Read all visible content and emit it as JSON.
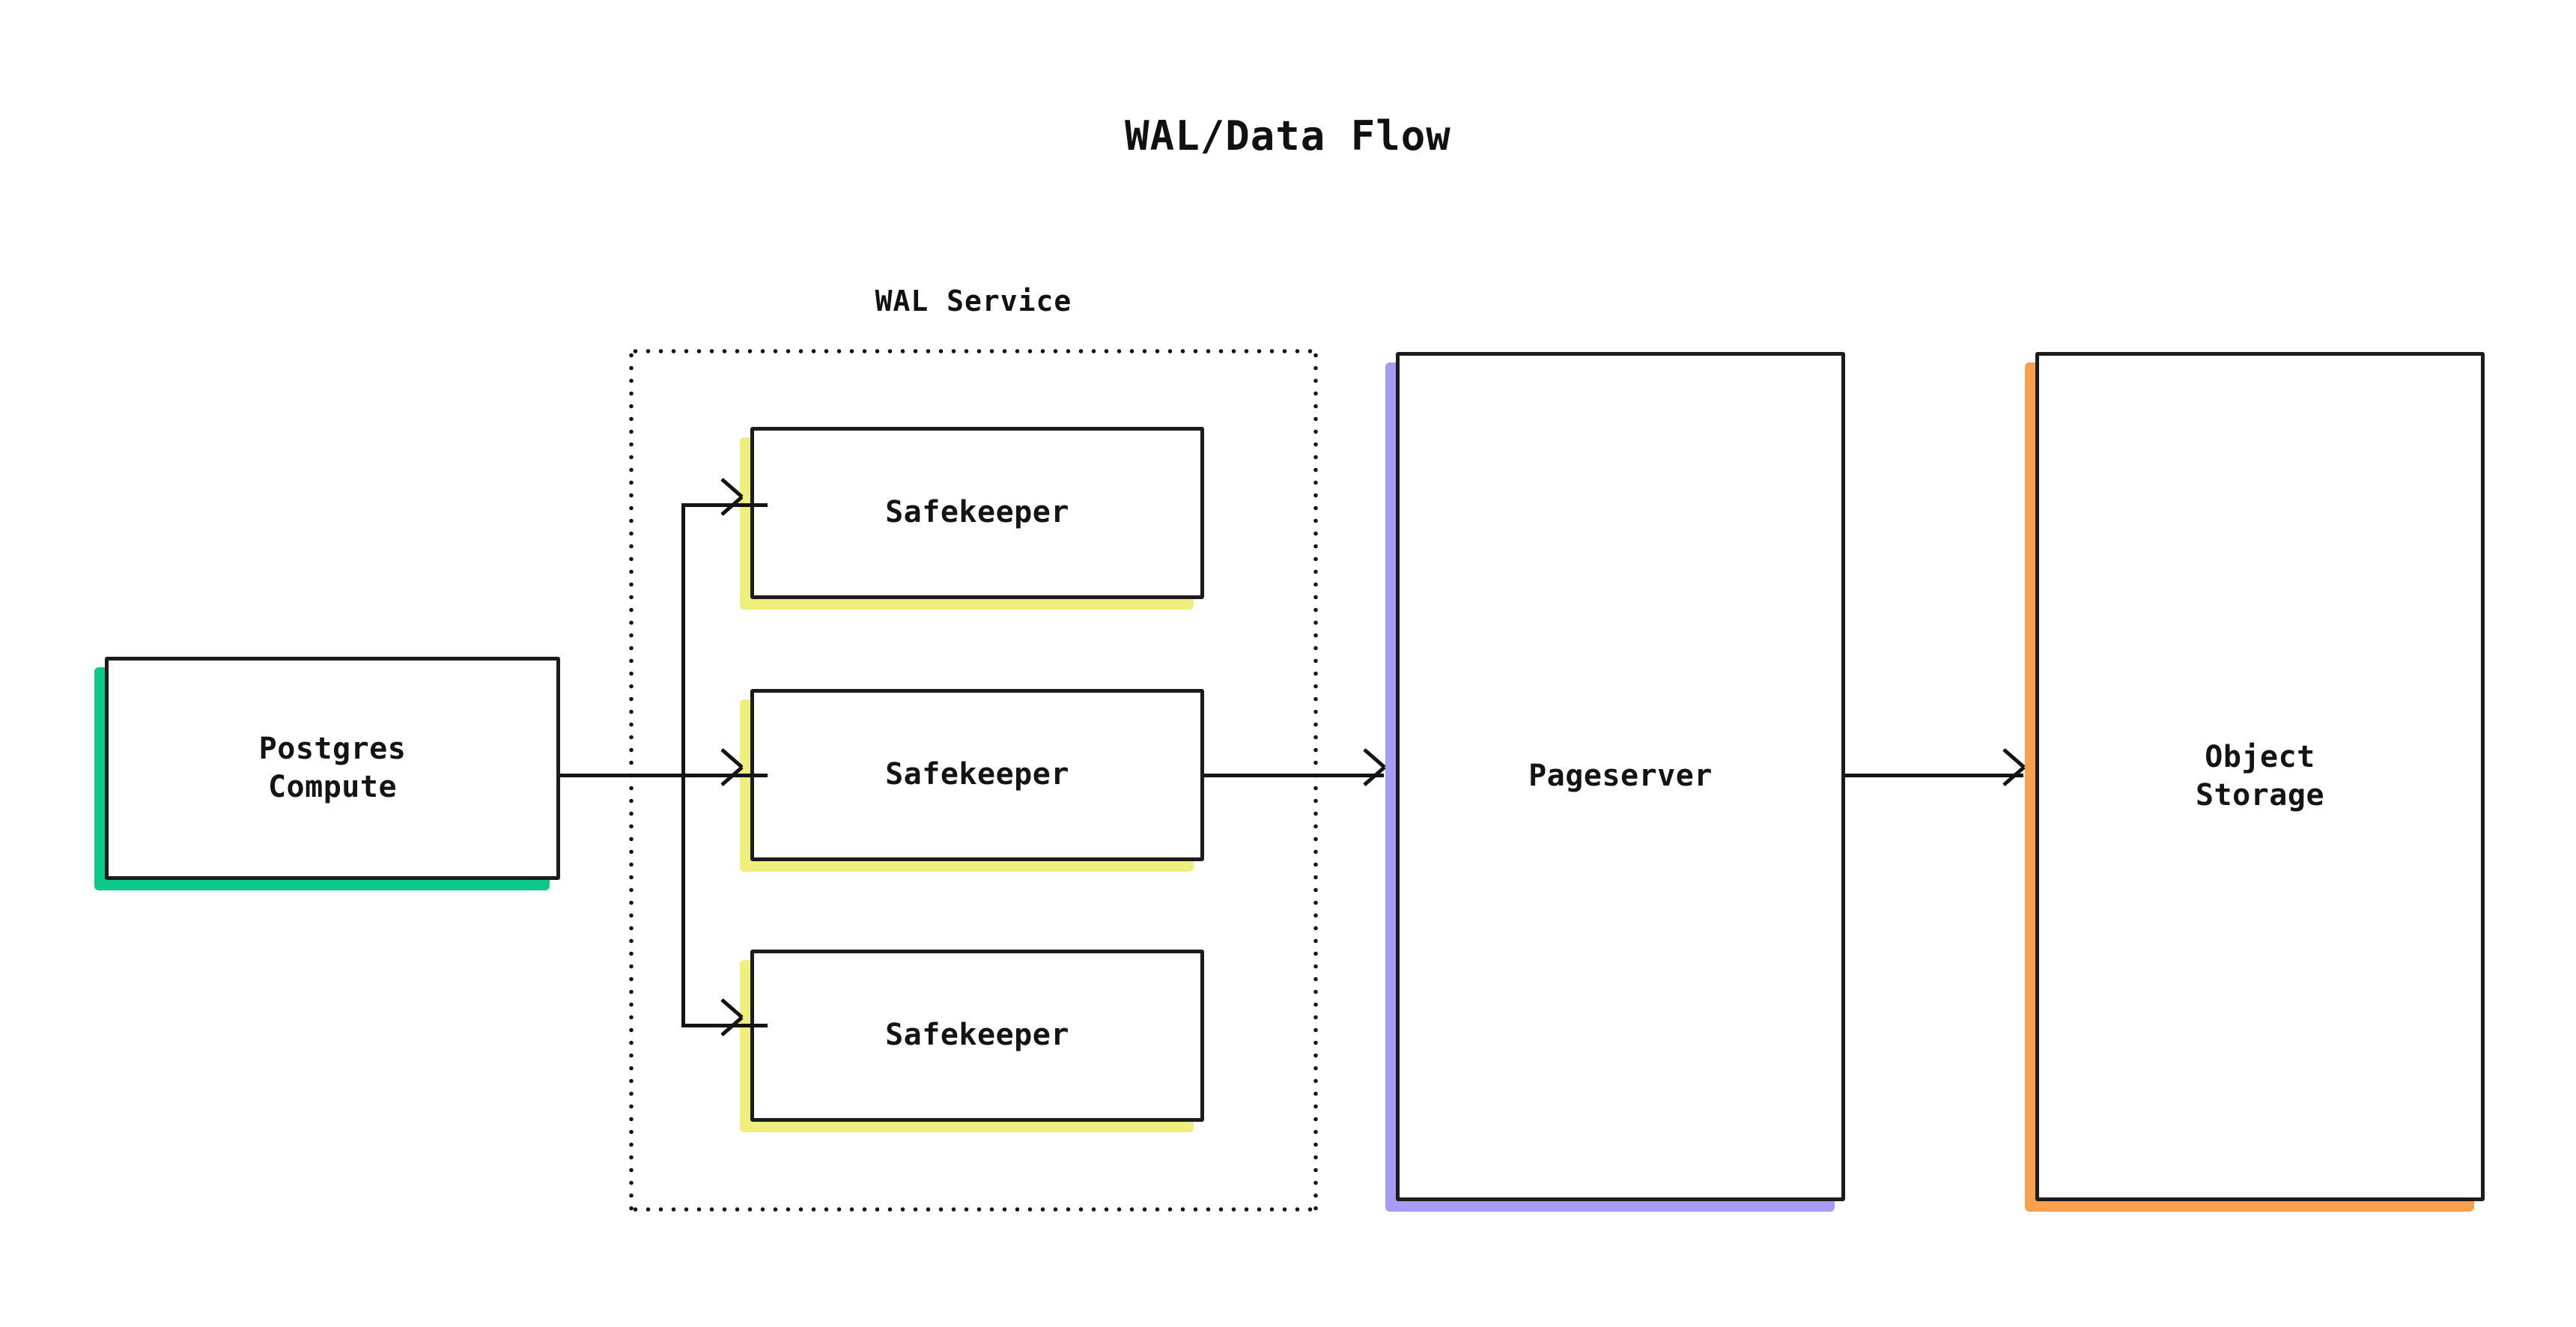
{
  "title": "WAL/Data Flow",
  "group": {
    "label": "WAL Service"
  },
  "nodes": {
    "postgres": {
      "label": "Postgres\nCompute",
      "accent": "#0ac98b"
    },
    "safekeeper_1": {
      "label": "Safekeeper",
      "accent": "#f0ee7d"
    },
    "safekeeper_2": {
      "label": "Safekeeper",
      "accent": "#f0ee7d"
    },
    "safekeeper_3": {
      "label": "Safekeeper",
      "accent": "#f0ee7d"
    },
    "pageserver": {
      "label": "Pageserver",
      "accent": "#a59cf5"
    },
    "object_storage": {
      "label": "Object\nStorage",
      "accent": "#f9a04e"
    }
  },
  "colors": {
    "background": "#ffffff",
    "stroke": "#1c1c1c",
    "text": "#141414",
    "green": "#0ac98b",
    "yellow": "#f0ee7d",
    "purple": "#a59cf5",
    "orange": "#f9a04e"
  },
  "edges": [
    {
      "name": "postgres-to-safekeepers",
      "from": "postgres",
      "to": "WAL Service safekeepers",
      "arrowheads": 3
    },
    {
      "name": "safekeeper-to-pageserver",
      "from": "safekeeper_2",
      "to": "pageserver",
      "arrowheads": 1
    },
    {
      "name": "pageserver-to-object-storage",
      "from": "pageserver",
      "to": "object_storage",
      "arrowheads": 1
    }
  ]
}
